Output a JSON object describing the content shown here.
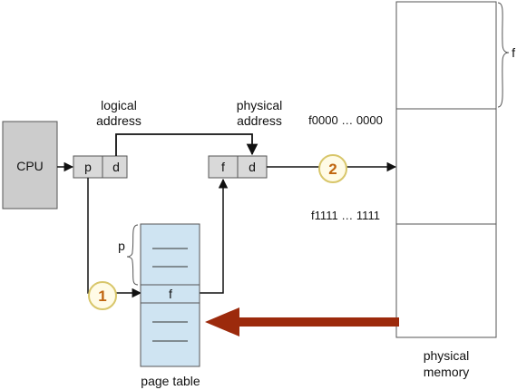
{
  "cpu": {
    "label": "CPU"
  },
  "logical_address": {
    "line1": "logical",
    "line2": "address",
    "page_field": "p",
    "offset_field": "d"
  },
  "physical_address": {
    "line1": "physical",
    "line2": "address",
    "frame_field": "f",
    "offset_field": "d"
  },
  "offsets": {
    "start": "f0000 … 0000",
    "end": "f1111 … 1111"
  },
  "page_table": {
    "label": "page table",
    "index_label": "p",
    "entry_label": "f"
  },
  "physical_memory": {
    "line1": "physical",
    "line2": "memory",
    "frame_label": "f"
  },
  "steps": [
    "1",
    "2"
  ],
  "colors": {
    "cpu_fill": "#cccccc",
    "register_fill": "#d9d9d9",
    "page_table_fill": "#cfe4f2",
    "step_circle_fill": "#fffbe6",
    "step_circle_stroke": "#d8c66a",
    "step_number": "#c0650f",
    "highlight_arrow": "#9c2a0c"
  }
}
